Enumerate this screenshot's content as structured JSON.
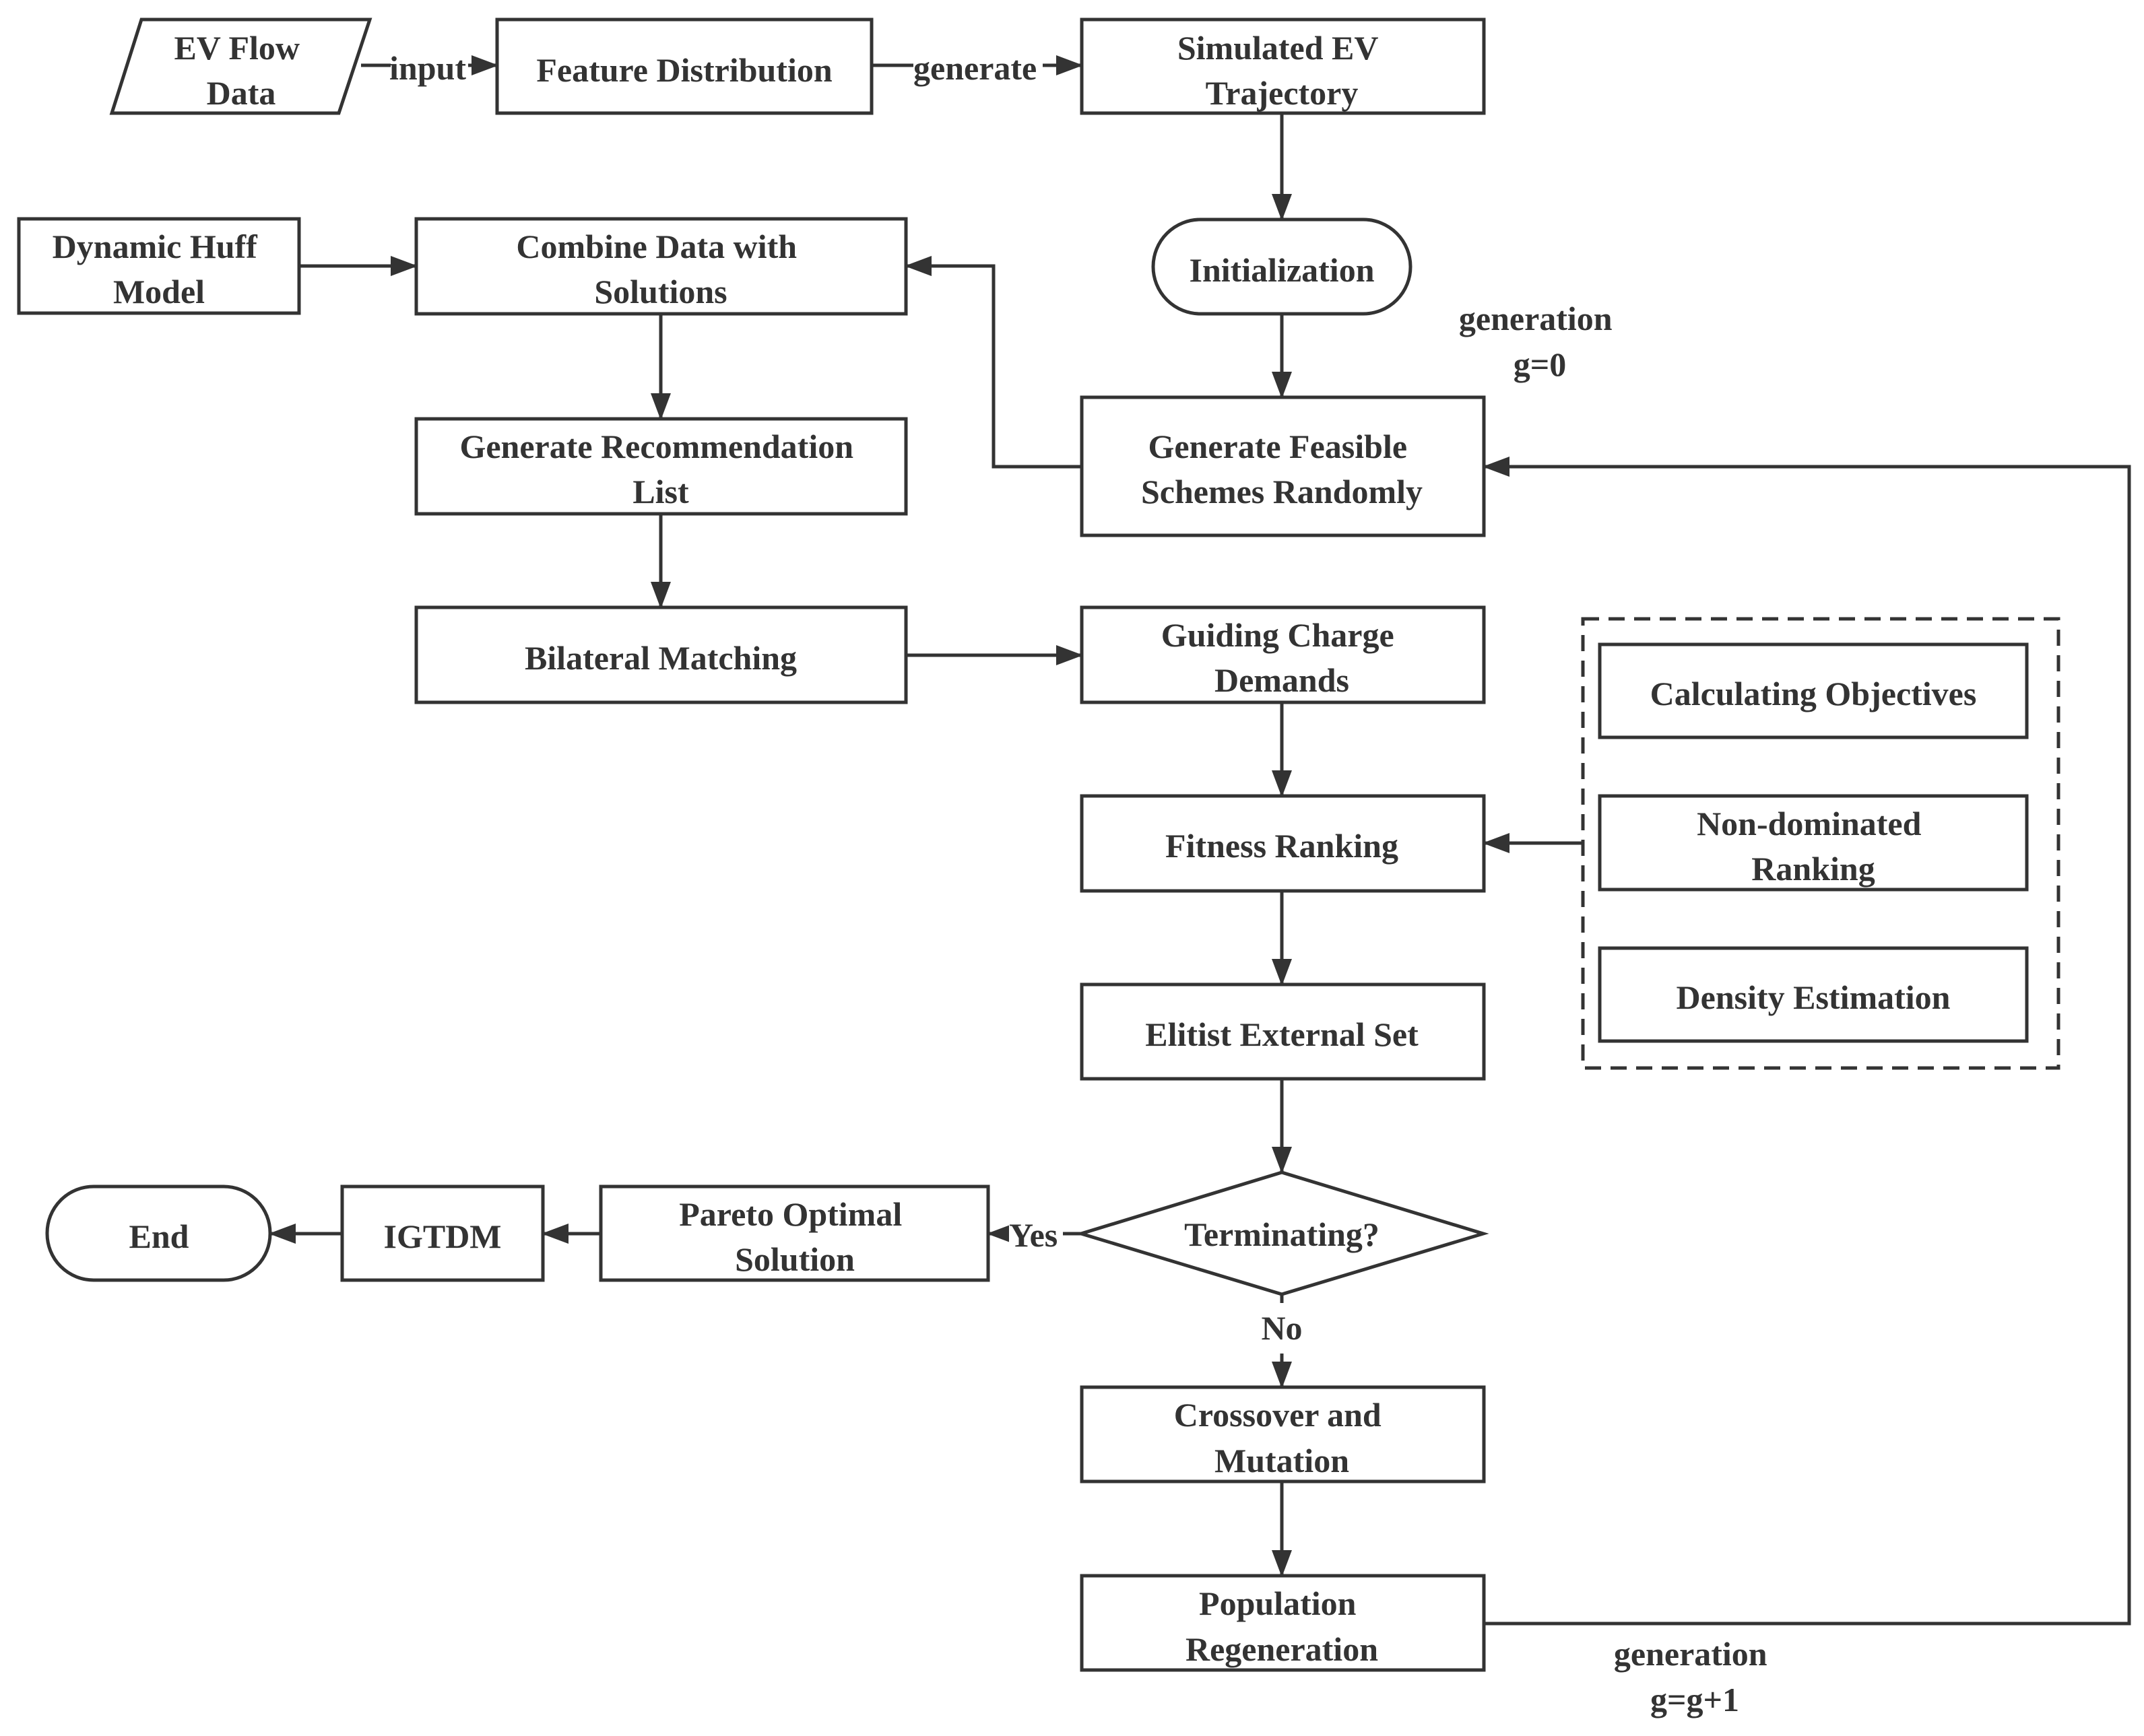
{
  "nodes": {
    "ev_flow_data": [
      "EV Flow",
      "Data"
    ],
    "feature_distribution": [
      "Feature Distribution"
    ],
    "simulated_ev_trajectory": [
      "Simulated EV",
      "Trajectory"
    ],
    "dynamic_huff_model": [
      "Dynamic Huff",
      "Model"
    ],
    "combine_data": [
      "Combine Data with",
      "Solutions"
    ],
    "initialization": [
      "Initialization"
    ],
    "generate_recommendation_list": [
      "Generate Recommendation",
      "List"
    ],
    "generate_feasible_schemes": [
      "Generate Feasible",
      "Schemes Randomly"
    ],
    "bilateral_matching": [
      "Bilateral Matching"
    ],
    "guiding_charge_demands": [
      "Guiding Charge",
      "Demands"
    ],
    "fitness_ranking": [
      "Fitness Ranking"
    ],
    "elitist_external_set": [
      "Elitist External Set"
    ],
    "calculating_objectives": [
      "Calculating Objectives"
    ],
    "non_dominated_ranking": [
      "Non-dominated",
      "Ranking"
    ],
    "density_estimation": [
      "Density Estimation"
    ],
    "terminating": [
      "Terminating?"
    ],
    "pareto_optimal_solution": [
      "Pareto Optimal",
      "Solution"
    ],
    "igtdm": [
      "IGTDM"
    ],
    "end": [
      "End"
    ],
    "crossover_mutation": [
      "Crossover and",
      "Mutation"
    ],
    "population_regeneration": [
      "Population",
      "Regeneration"
    ]
  },
  "edge_labels": {
    "input": "input",
    "generate": "generate",
    "yes": "Yes",
    "no": "No"
  },
  "annotations": {
    "generation_start": [
      "generation",
      "g=0"
    ],
    "generation_next": [
      "generation",
      "g=g+1"
    ]
  },
  "colors": {
    "stroke": "#333333",
    "fill": "#ffffff",
    "text": "#333333"
  }
}
